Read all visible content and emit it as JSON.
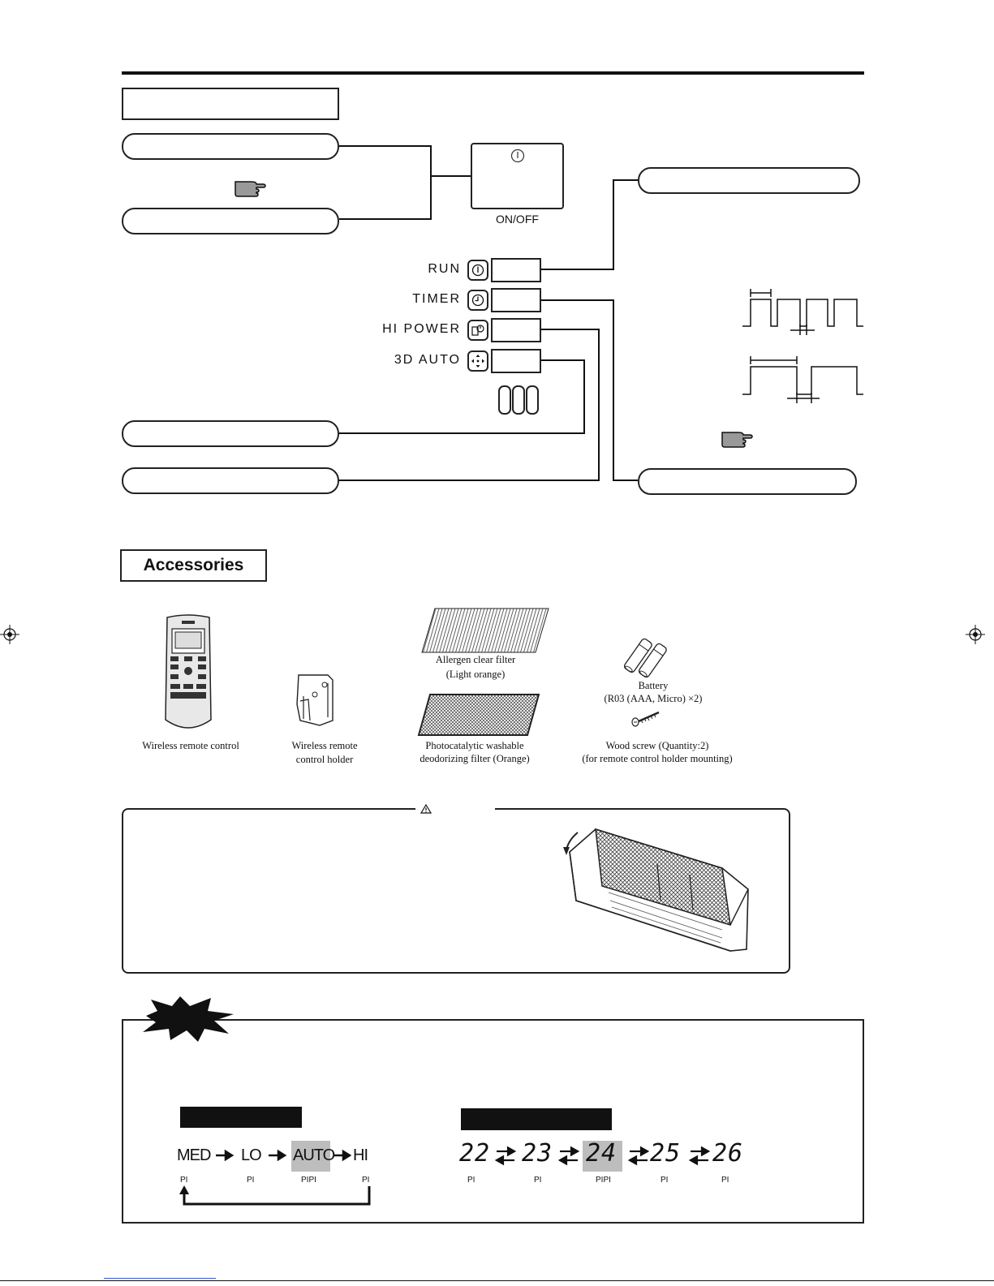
{
  "onoff_label": "ON/OFF",
  "buttons": [
    {
      "label": "RUN",
      "icon": "power-icon"
    },
    {
      "label": "TIMER",
      "icon": "clock-icon"
    },
    {
      "label": "HI POWER",
      "icon": "hi-power-icon"
    },
    {
      "label": "3D AUTO",
      "icon": "four-way-arrow-icon"
    }
  ],
  "accessories": {
    "title": "Accessories",
    "items": [
      {
        "caption": "Wireless remote control"
      },
      {
        "caption_line1": "Wireless remote",
        "caption_line2": "control holder"
      },
      {
        "caption_line1": "Allergen clear filter",
        "caption_line2": "(Light orange)"
      },
      {
        "caption_line1": "Photocatalytic washable",
        "caption_line2": "deodorizing filter (Orange)"
      },
      {
        "caption_line1": "Battery",
        "caption_line2": "(R03 (AAA, Micro) ×2)"
      },
      {
        "caption_line1": "Wood screw (Quantity:2)",
        "caption_line2": "(for remote control holder mounting)"
      }
    ]
  },
  "fan_sequence": {
    "steps": [
      "MED",
      "LO",
      "AUTO",
      "HI"
    ],
    "beeps": [
      "PI",
      "PI",
      "PIPI",
      "PI"
    ],
    "highlight": "AUTO"
  },
  "temp_sequence": {
    "steps": [
      "22",
      "23",
      "24",
      "25",
      "26"
    ],
    "beeps": [
      "PI",
      "PI",
      "PIPI",
      "PI",
      "PI"
    ],
    "highlight": "24"
  }
}
